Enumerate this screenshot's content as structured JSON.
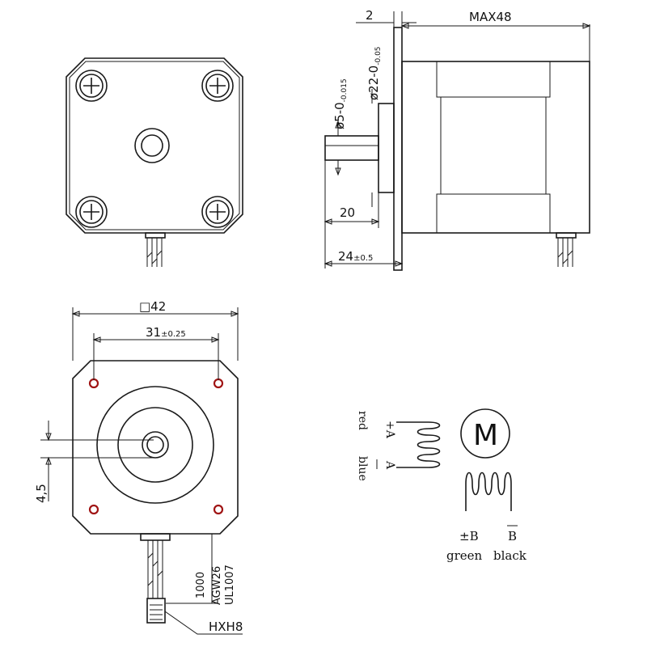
{
  "front_view": {
    "shaft_dia": "ø5-0",
    "shaft_tol": "-0.015",
    "boss_dia": "ø22-0",
    "boss_tol": "-0.05",
    "shaft_len": "20",
    "total_len_main": "24",
    "total_len_tol": "±0.5",
    "flange": "2",
    "body_len": "MAX48"
  },
  "bottom_view": {
    "frame_size": "□42",
    "hole_spacing_main": "31",
    "hole_spacing_tol": "±0.25",
    "flat": "4,5",
    "cable_len": "1000",
    "wire_gauge": "AGW26",
    "wire_type": "UL1007",
    "connector": "HXH8"
  },
  "wiring": {
    "a_plus": "A",
    "a_minus": "A",
    "b_plus": "B",
    "b_minus": "B",
    "red": "red",
    "blue": "blue",
    "green": "green",
    "black": "black",
    "motor_symbol": "M"
  }
}
